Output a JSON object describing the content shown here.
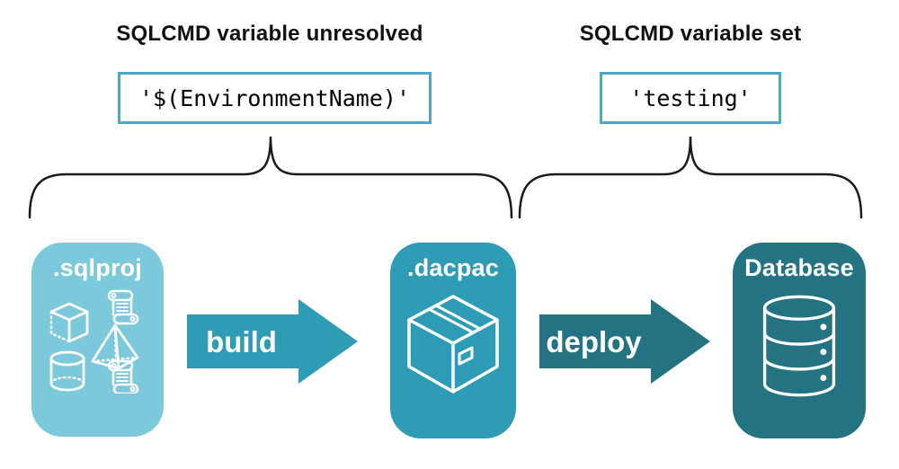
{
  "annotations": {
    "left": {
      "title": "SQLCMD variable unresolved",
      "value": "'$(EnvironmentName)'"
    },
    "right": {
      "title": "SQLCMD variable set",
      "value": "'testing'"
    }
  },
  "pipeline": {
    "stages": [
      {
        "label": ".sqlproj",
        "icon": "sql-objects-icon",
        "color": "#7CC9DC"
      },
      {
        "label": ".dacpac",
        "icon": "package-icon",
        "color": "#2F9CB5"
      },
      {
        "label": "Database",
        "icon": "database-icon",
        "color": "#237383"
      }
    ],
    "arrows": [
      {
        "label": "build",
        "color": "#2F9CB5"
      },
      {
        "label": "deploy",
        "color": "#237383"
      }
    ]
  },
  "colors": {
    "background": "#ffffff",
    "text": "#111111",
    "code_text": "#000000",
    "code_box_border": "#4FA8C2",
    "brace": "#1a1a1a",
    "stage_light_blue": "#7CC9DC",
    "stage_teal": "#2F9CB5",
    "stage_dark_teal": "#237383",
    "icon_stroke": "#ffffff"
  }
}
